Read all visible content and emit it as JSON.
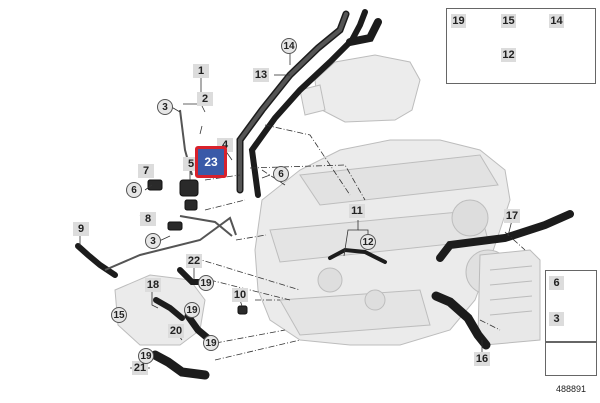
{
  "callouts": {
    "c1": "1",
    "c2": "2",
    "c3a": "3",
    "c3b": "3",
    "c4": "4",
    "c5": "5",
    "c6a": "6",
    "c6b": "6",
    "c7": "7",
    "c8": "8",
    "c9": "9",
    "c10": "10",
    "c11": "11",
    "c12": "12",
    "c13": "13",
    "c14": "14",
    "c15": "15",
    "c16": "16",
    "c17": "17",
    "c18": "18",
    "c19a": "19",
    "c19b": "19",
    "c19c": "19",
    "c20": "20",
    "c21": "21",
    "c22": "22",
    "c23": "23"
  },
  "legend": {
    "top": {
      "c19": "19",
      "c15": "15",
      "c14": "14",
      "c12": "12"
    },
    "side": {
      "c6": "6",
      "c3": "3"
    }
  },
  "diagram_id": "488891",
  "colors": {
    "highlight_fill": "#3a5aa8",
    "highlight_border": "#d8212c",
    "label_bg": "#dcdcdc"
  }
}
